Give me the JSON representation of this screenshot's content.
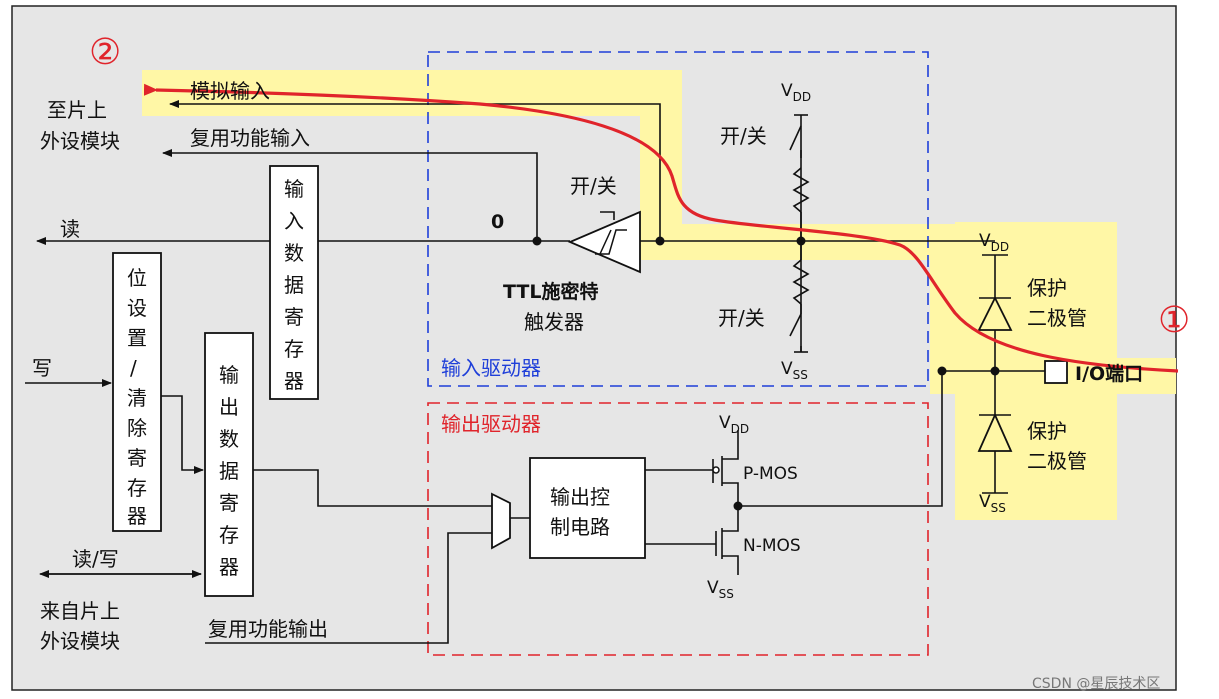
{
  "markers": {
    "port": "①",
    "module": "②"
  },
  "labels": {
    "analog_in": "模拟输入",
    "to_module_1": "至片上",
    "to_module_2": "外设模块",
    "alt_in": "复用功能输入",
    "read": "读",
    "write": "写",
    "read_write": "读/写",
    "from_module_1": "来自片上",
    "from_module_2": "外设模块",
    "alt_out": "复用功能输出",
    "zero": "0",
    "switch": "开/关",
    "ttl_1": "TTL施密特",
    "ttl_2": "触发器",
    "input_driver": "输入驱动器",
    "output_driver": "输出驱动器",
    "output_ctrl_1": "输出控",
    "output_ctrl_2": "制电路",
    "pmos": "P-MOS",
    "nmos": "N-MOS",
    "vdd_v": "V",
    "vdd_sub": "DD",
    "vss_v": "V",
    "vss_sub": "SS",
    "protect_1": "保护",
    "protect_2": "二极管",
    "io_port": "I/O端口"
  },
  "registers": {
    "input_data": [
      "输",
      "入",
      "数",
      "据",
      "寄",
      "存",
      "器"
    ],
    "bit_set_clear": [
      "位",
      "设",
      "置",
      "/",
      "清",
      "除",
      "寄",
      "存",
      "器"
    ],
    "output_data": [
      "输",
      "出",
      "数",
      "据",
      "寄",
      "存",
      "器"
    ]
  },
  "watermark": "CSDN @星辰技术区",
  "colors": {
    "background": "#e6e6e6",
    "highlight": "#fff7a6",
    "signal_path": "#e0242b",
    "input_driver_border": "#1f3fd9",
    "output_driver_border": "#e0242b"
  }
}
